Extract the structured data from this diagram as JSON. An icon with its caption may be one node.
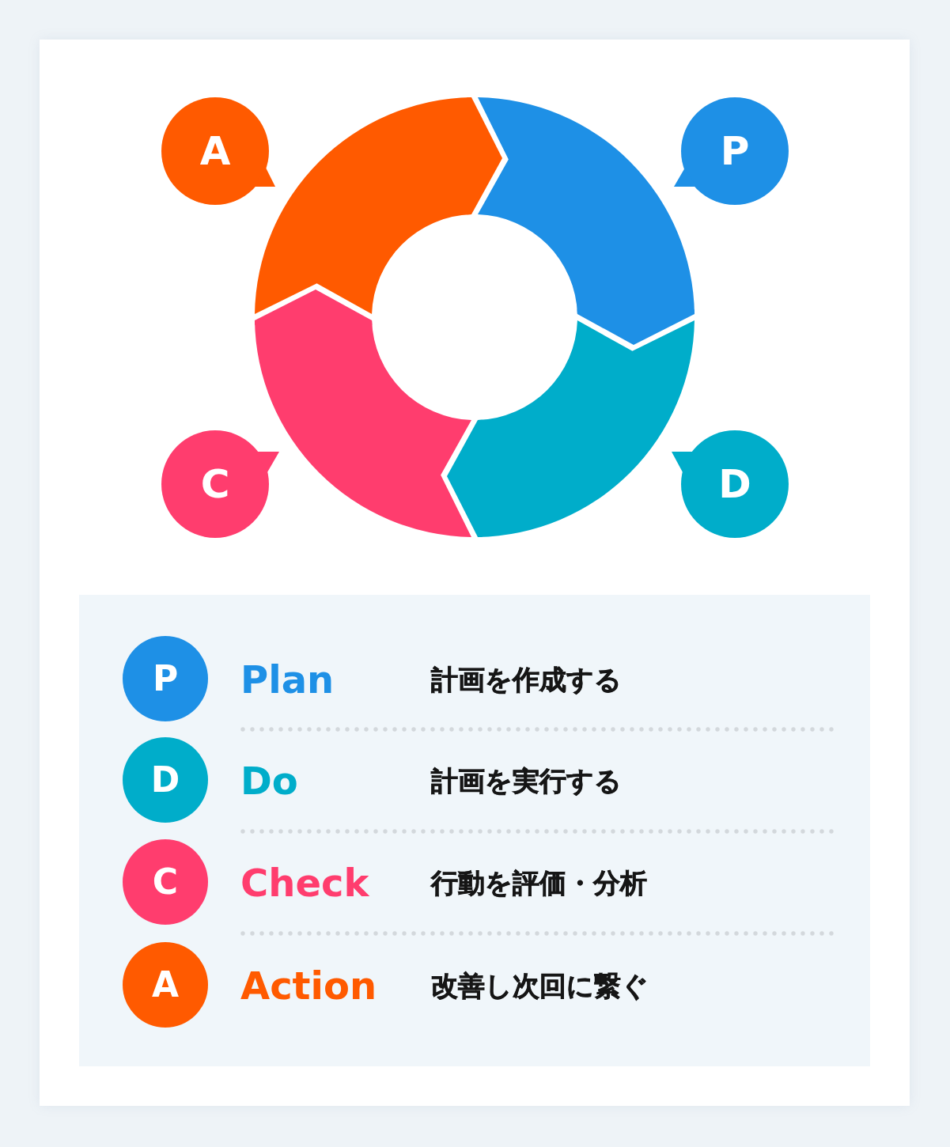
{
  "diagram": {
    "nodes": [
      {
        "text": [
          "A"
        ]
      },
      {
        "text": [],
        "shape": "arc"
      },
      {
        "text": [],
        "shape": "arc"
      },
      {
        "text": [
          "P"
        ]
      },
      {
        "text": [],
        "shape": "arc"
      },
      {
        "text": [],
        "shape": "arc"
      },
      {
        "text": [
          "C"
        ]
      },
      {
        "text": [
          "D"
        ]
      },
      {
        "text": [
          "P"
        ],
        "beside": [
          "Plan"
        ]
      },
      {
        "text": [
          "D"
        ],
        "beside": [
          "Do"
        ]
      },
      {
        "text": [
          "C"
        ],
        "beside": [
          "Check"
        ]
      },
      {
        "text": [
          "A"
        ],
        "beside": [
          "Action"
        ]
      }
    ],
    "edges": [
      {
        "from": 2,
        "to": 5,
        "arrow": "to",
        "color": "#1e90e6"
      },
      {
        "from": 5,
        "to": 4,
        "arrow": "to",
        "color": "#00adca"
      },
      {
        "from": 4,
        "to": 1,
        "arrow": "to",
        "color": "#ff3d6e"
      },
      {
        "from": 1,
        "to": 2,
        "arrow": "to",
        "color": "#ff5a00"
      }
    ],
    "labels": [
      "計画を作成する",
      "計画を実行する",
      "行動を評価・分析",
      "改善し次回に繋ぐ"
    ]
  }
}
